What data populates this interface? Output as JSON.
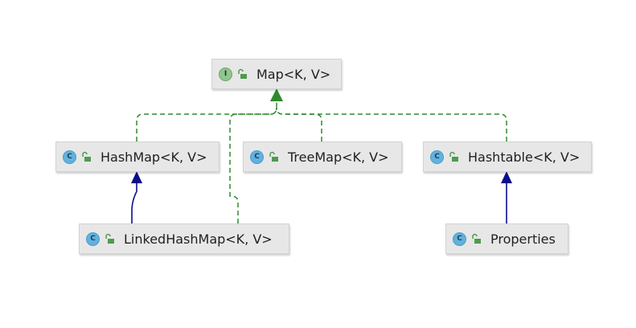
{
  "diagram": {
    "nodes": {
      "map": {
        "label": "Map<K, V>",
        "kind": "interface",
        "kind_letter": "I"
      },
      "hashmap": {
        "label": "HashMap<K, V>",
        "kind": "class",
        "kind_letter": "C"
      },
      "treemap": {
        "label": "TreeMap<K, V>",
        "kind": "class",
        "kind_letter": "C"
      },
      "hashtable": {
        "label": "Hashtable<K, V>",
        "kind": "class",
        "kind_letter": "C"
      },
      "linkedhashmap": {
        "label": "LinkedHashMap<K, V>",
        "kind": "class",
        "kind_letter": "C"
      },
      "properties": {
        "label": "Properties",
        "kind": "class",
        "kind_letter": "C"
      }
    },
    "edges": [
      {
        "from": "hashmap",
        "to": "map",
        "type": "implements"
      },
      {
        "from": "treemap",
        "to": "map",
        "type": "implements"
      },
      {
        "from": "hashtable",
        "to": "map",
        "type": "implements"
      },
      {
        "from": "linkedhashmap",
        "to": "map",
        "type": "implements"
      },
      {
        "from": "linkedhashmap",
        "to": "hashmap",
        "type": "extends"
      },
      {
        "from": "properties",
        "to": "hashtable",
        "type": "extends"
      }
    ],
    "colors": {
      "implements_edge": "#2e8b2e",
      "extends_edge": "#0b0f8c",
      "node_fill": "#e7e7e7",
      "interface_badge": "#8fc58f",
      "class_badge": "#62b2dd",
      "lock_icon": "#4f9a4f"
    },
    "icons": {
      "interface_badge": "interface-icon",
      "class_badge": "class-icon",
      "visibility": "open-lock-icon"
    }
  }
}
